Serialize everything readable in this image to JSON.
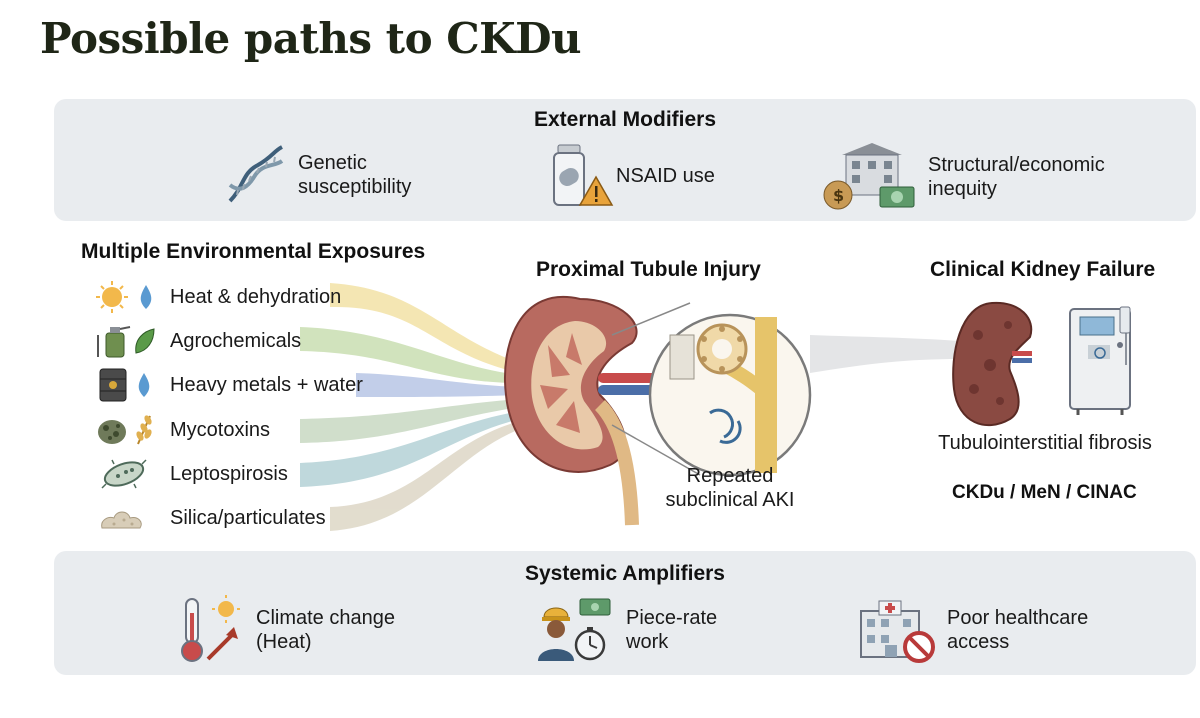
{
  "title": "Possible paths to CKDu",
  "external_modifiers": {
    "heading": "External Modifiers",
    "items": [
      {
        "icon": "dna-icon",
        "label": "Genetic\nsusceptibility"
      },
      {
        "icon": "pill-bottle-warning-icon",
        "label": "NSAID use"
      },
      {
        "icon": "building-money-icon",
        "label": "Structural/economic\ninequity"
      }
    ]
  },
  "exposures": {
    "heading": "Multiple Environmental Exposures",
    "items": [
      {
        "icon": "sun-water-icon",
        "label": "Heat & dehydration",
        "color": "#f3e2a6"
      },
      {
        "icon": "sprayer-leaf-icon",
        "label": "Agrochemicals",
        "color": "#c9dfb2"
      },
      {
        "icon": "barrel-water-icon",
        "label": "Heavy metals + water",
        "color": "#b8c6e6"
      },
      {
        "icon": "mold-grain-icon",
        "label": "Mycotoxins",
        "color": "#c8d9c2"
      },
      {
        "icon": "bacteria-icon",
        "label": "Leptospirosis",
        "color": "#b4d2d6"
      },
      {
        "icon": "dust-icon",
        "label": "Silica/particulates",
        "color": "#ddd7c6"
      }
    ]
  },
  "injury": {
    "heading": "Proximal Tubule Injury",
    "caption": "Repeated\nsubclinical AKI"
  },
  "failure": {
    "heading": "Clinical Kidney Failure",
    "caption": "Tubulointerstitial fibrosis",
    "names": "CKDu / MeN / CINAC"
  },
  "systemic_amplifiers": {
    "heading": "Systemic Amplifiers",
    "items": [
      {
        "icon": "thermometer-sun-icon",
        "label": "Climate change\n(Heat)"
      },
      {
        "icon": "worker-money-clock-icon",
        "label": "Piece-rate\nwork"
      },
      {
        "icon": "hospital-no-icon",
        "label": "Poor healthcare\naccess"
      }
    ]
  },
  "colors": {
    "title": "#1f2617",
    "panel": "#e9ecef",
    "kidney": "#b86a60",
    "tubule": "#e6c46a"
  }
}
